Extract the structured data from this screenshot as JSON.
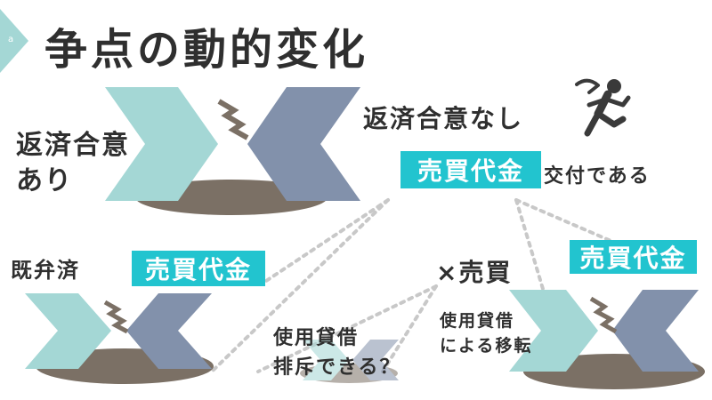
{
  "slide": {
    "number": "a",
    "title": "争点の動的変化"
  },
  "colors": {
    "teal": "#a4d7d5",
    "slate": "#8291ab",
    "hole": "#7b7065",
    "badge": "#22c4cf",
    "tab": "#a4d7d5",
    "dots": "#c8c8c8",
    "text": "#2f2f2f"
  },
  "icons": [
    "sparkle-zigzag-icon",
    "running-figure-icon"
  ],
  "labels": {
    "repay_agree_yes_line1": "返済合意",
    "repay_agree_yes_line2": "あり",
    "repay_agree_no": "返済合意なし",
    "badge_sale_price_top": "売買代金",
    "delivered_suffix": "交付である",
    "already_repaid": "既弁済",
    "badge_sale_price_left": "売買代金",
    "cross_sale": "×売買",
    "badge_sale_price_right": "売買代金",
    "loan_excluded_line1": "使用貸借",
    "loan_excluded_line2": "排斥できる？",
    "loan_transfer_line1": "使用貸借",
    "loan_transfer_line2": "による移転"
  }
}
